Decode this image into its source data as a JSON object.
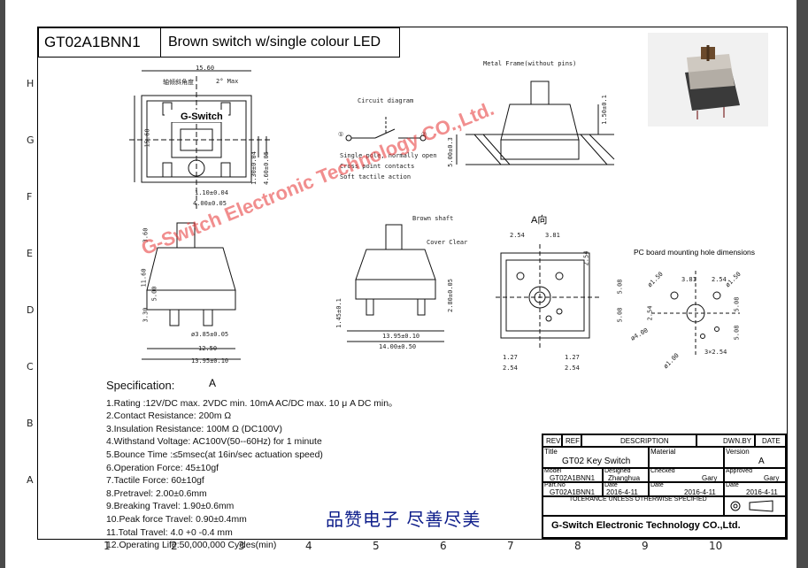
{
  "header": {
    "part_code": "GT02A1BNN1",
    "description": "Brown switch w/single colour LED"
  },
  "row_markers": [
    "H",
    "G",
    "F",
    "E",
    "D",
    "C",
    "B",
    "A"
  ],
  "column_numbers": [
    "1",
    "2",
    "3",
    "4",
    "5",
    "6",
    "7",
    "8",
    "9",
    "10"
  ],
  "top_view": {
    "width": "15.60",
    "height": "15.60",
    "angle": "轴倾斜角度",
    "angle2": "2° Max",
    "logo": "G-Switch",
    "d1": "1.10±0.04",
    "d2": "4.00±0.05",
    "d3": "1.30±0.04",
    "d4": "4.60±0.05"
  },
  "circuit": {
    "title": "Circuit diagram",
    "n1": "①",
    "n2": "②",
    "line1": "Single pole, normally open",
    "line2": "Cross point contacts",
    "line3": "Soft tactile action"
  },
  "metal_frame": {
    "title": "Metal Frame(without pins)",
    "d1": "5.00±0.3",
    "d2": "1.50±0.1"
  },
  "side_view": {
    "d1": "3.60",
    "d2": "11.60",
    "d3": "5.00",
    "d4": "3.30",
    "d5": "ø3.85±0.05",
    "d6": "12.50",
    "d7": "13.95±0.10",
    "arrow": "A"
  },
  "front_view": {
    "shaft": "Brown shaft",
    "cover": "Cover Clear",
    "d1": "1.45±0.1",
    "d2": "2.80±0.05",
    "d3": "13.95±0.10",
    "d4": "14.00±0.50"
  },
  "bottom_view": {
    "title": "A向",
    "d1": "2.54",
    "d2": "3.81",
    "d3": "2.54",
    "d4": "5.08",
    "d5": "5.08",
    "d6": "1.27",
    "d7": "1.27",
    "d8": "2.54",
    "d9": "2.54"
  },
  "pcb": {
    "title": "PC board mounting hole dimensions",
    "d1": "3.81",
    "d2": "2.54",
    "d3": "2.54",
    "d4": "5.08",
    "d5": "5.08",
    "d6": "ø1.50",
    "d7": "ø1.50",
    "d8": "ø4.00",
    "d9": "ø1.00",
    "d10": "3×2.54"
  },
  "spec": {
    "heading": "Specification:",
    "items": [
      "1.Rating :12V/DC max. 2VDC min. 10mA AC/DC max. 10 μ A DC min。",
      "2.Contact Resistance: 200m Ω",
      "3.Insulation Resistance: 100M Ω  (DC100V)",
      "4.Withstand Voltage: AC100V(50--60Hz) for 1 minute",
      "5.Bounce Time :≤5msec(at 16in/sec actuation speed)",
      "6.Operation Force: 45±10gf",
      "7.Tactile Force: 60±10gf",
      "8.Pretravel: 2.00±0.6mm",
      "9.Breaking Travel: 1.90±0.6mm",
      "10.Peak force Travel: 0.90±0.4mm",
      "11.Total Travel: 4.0 +0 -0.4 mm",
      "12.Operating Life:50,000,000 Cycles(min)"
    ]
  },
  "chinese_slogan": "品赞电子  尽善尽美",
  "watermark": "G-Switch Electronic Technology CO.,Ltd.",
  "title_block": {
    "rev": "REV",
    "ref": "REF",
    "description": "DESCRIPTION",
    "dwn_by": "DWN.BY",
    "date": "DATE",
    "title_label": "Title",
    "title_value": "GT02 Key Switch",
    "material_label": "Material",
    "version_label": "Version",
    "version_value": "A",
    "model_label": "Model",
    "model_value": "GT02A1BNN1",
    "designed_label": "Designed",
    "designed_value": "Zhanghua",
    "checked_label": "Checked",
    "checked_value": "Gary",
    "approved_label": "Approved",
    "approved_value": "Gary",
    "partno_label": "Part.No",
    "partno_value": "GT02A1BNN1",
    "date1_label": "Date",
    "date1_value": "2016-4-11",
    "date2_label": "Date",
    "date2_value": "2016-4-11",
    "date3_label": "Date",
    "date3_value": "2016-4-11",
    "tolerance": "TOLERANCE UNLESS OTHERWISE SPECIFIED",
    "company": "G-Switch Electronic Technology CO.,Ltd."
  }
}
